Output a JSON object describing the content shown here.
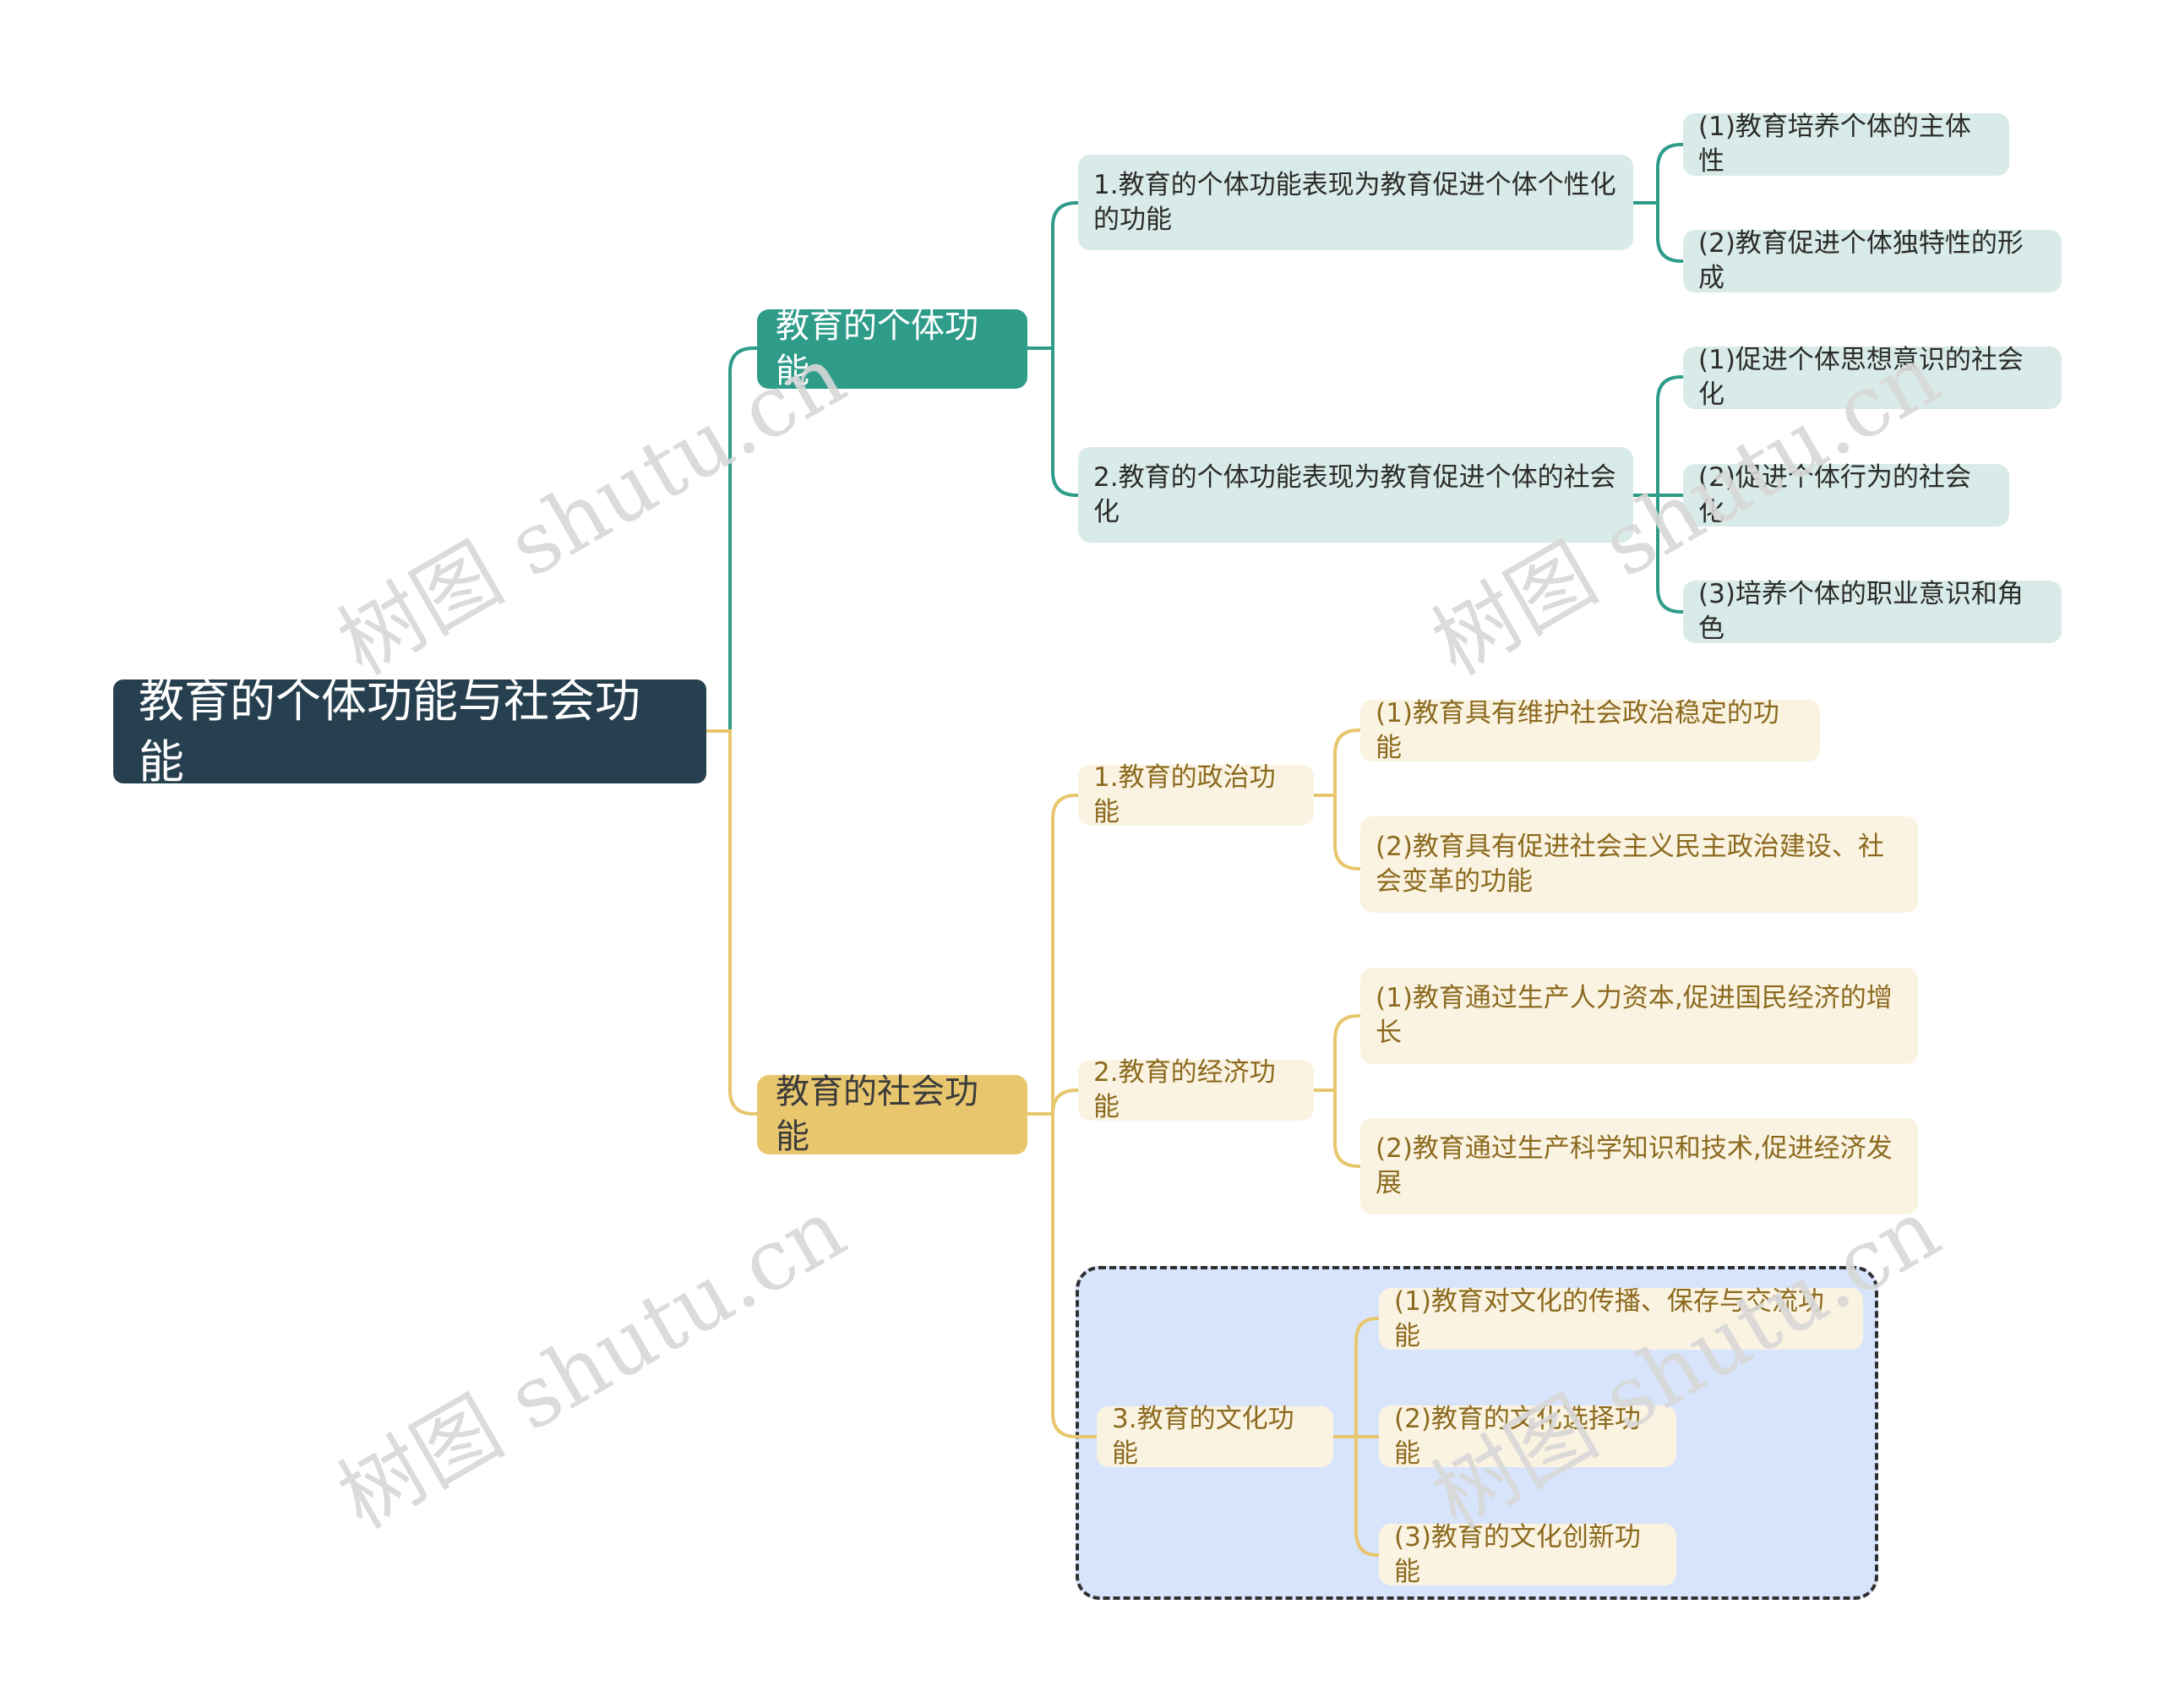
{
  "root": {
    "label": "教育的个体功能与社会功能"
  },
  "colors": {
    "root": "#27404f",
    "teal": "#2f9c8a",
    "gold": "#e8c66e",
    "teal_light": "#d9ebe8",
    "gold_light": "#fbf3e1",
    "boundary": "#d7e4fb"
  },
  "individual": {
    "label": "教育的个体功能",
    "children": [
      {
        "label": "1.教育的个体功能表现为教育促进个体个性化的功能",
        "children": [
          "(1)教育培养个体的主体性",
          "(2)教育促进个体独特性的形成"
        ]
      },
      {
        "label": "2.教育的个体功能表现为教育促进个体的社会化",
        "children": [
          "(1)促进个体思想意识的社会化",
          "(2)促进个体行为的社会化",
          "(3)培养个体的职业意识和角色"
        ]
      }
    ]
  },
  "social": {
    "label": "教育的社会功能",
    "children": [
      {
        "label": "1.教育的政治功能",
        "children": [
          "(1)教育具有维护社会政治稳定的功能",
          "(2)教育具有促进社会主义民主政治建设、社会变革的功能"
        ]
      },
      {
        "label": "2.教育的经济功能",
        "children": [
          "(1)教育通过生产人力资本,促进国民经济的增长",
          "(2)教育通过生产科学知识和技术,促进经济发展"
        ]
      },
      {
        "label": "3.教育的文化功能",
        "children": [
          "(1)教育对文化的传播、保存与交流功能",
          "(2)教育的文化选择功能",
          "(3)教育的文化创新功能"
        ]
      }
    ]
  },
  "watermark": "树图 shutu.cn"
}
